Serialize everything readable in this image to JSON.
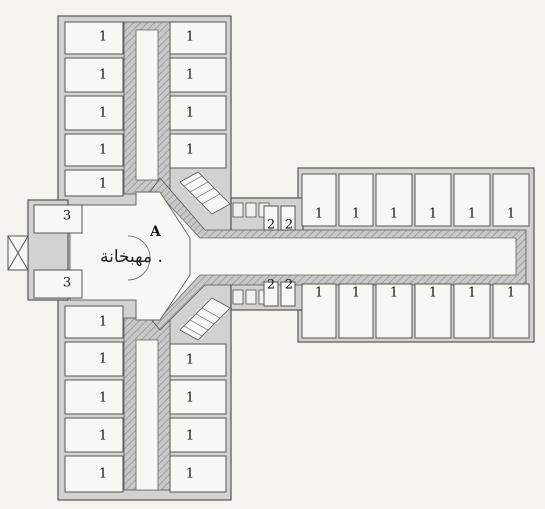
{
  "colors": {
    "paper": "#f4f3ee",
    "wall": "#cfcfcf",
    "wall_edge": "#555555",
    "room": "#f7f7f4",
    "corridor_hatch": "#8e8e8e"
  },
  "rooms": {
    "west_wing_top": [
      "1",
      "1",
      "1",
      "1",
      "1"
    ],
    "east_top_column": [
      "1",
      "1",
      "1",
      "1"
    ],
    "west_wing_bottom": [
      "1",
      "1",
      "1",
      "1",
      "1"
    ],
    "east_bottom_column": [
      "1",
      "1",
      "1",
      "1"
    ],
    "arm_top_row": [
      "1",
      "1",
      "1",
      "1",
      "1",
      "1"
    ],
    "arm_bottom_row": [
      "1",
      "1",
      "1",
      "1",
      "1",
      "1"
    ],
    "small_top_pair": [
      "2",
      "2"
    ],
    "small_bottom_pair": [
      "2",
      "2"
    ],
    "end_rooms": [
      "3",
      "3"
    ]
  },
  "hall": {
    "marker": "A",
    "script_label": "مهبخانة ."
  }
}
